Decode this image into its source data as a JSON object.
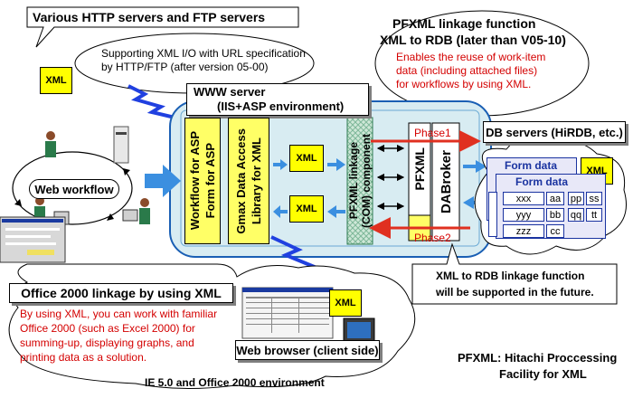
{
  "colors": {
    "server_fill": "#d8ecf2",
    "server_border": "#1a5fb4",
    "arrow_blue": "#3b8fe0",
    "bolt_blue": "#2040e0",
    "red_arrow": "#e03020",
    "yellow": "#ffff00",
    "form_blue": "#1a33a0",
    "form_fill": "#e8e8f8"
  },
  "top_title": "Various HTTP servers and FTP servers",
  "callout_url": {
    "line1": "Supporting XML I/O with URL specification",
    "line2": "by HTTP/FTP (after version 05-00)"
  },
  "xml_label": "XML",
  "pfxml_callout": {
    "title1": "PFXML linkage function",
    "title2": "XML to RDB (later than V05-10)",
    "desc1": "Enables the reuse of work-item",
    "desc2": "data (including attached files)",
    "desc3": "for workflows by using XML."
  },
  "www_server": {
    "line1": "WWW server",
    "line2": "(IIS+ASP environment)"
  },
  "components": {
    "workflow_asp1": "Workflow for ASP",
    "workflow_asp2": "Form for ASP",
    "gmax1": "Gmax Data Access",
    "gmax2": "Library for XML",
    "pfxml_com1": "PFXML linkage",
    "pfxml_com2": "(COM) component",
    "pfxml": "PFXML",
    "dabroker": "DABroker"
  },
  "phases": {
    "phase1": "Phase1",
    "phase2": "Phase2"
  },
  "db_servers": "DB servers (HiRDB, etc.)",
  "form_data": {
    "title": "Form data",
    "rows": [
      [
        "xxx",
        "aa",
        "pp",
        "ss"
      ],
      [
        "yyy",
        "bb",
        "qq",
        "tt"
      ],
      [
        "zzz",
        "cc",
        "",
        ""
      ]
    ]
  },
  "web_workflow": "Web workflow",
  "xml_rdb_future": {
    "line1": "XML to RDB linkage function",
    "line2": "will be supported in the future."
  },
  "office_linkage": {
    "title": "Office 2000 linkage by using XML",
    "desc1": "By using XML, you can work with familiar",
    "desc2": "Office 2000 (such as Excel 2000) for",
    "desc3": "summing-up, displaying graphs, and",
    "desc4": "printing data as a solution."
  },
  "web_browser": "Web browser (client side)",
  "pfxml_def": {
    "line1": "PFXML: Hitachi Proccessing",
    "line2": "Facility for XML"
  },
  "ie_env": "IE 5.0 and Office 2000 environment"
}
